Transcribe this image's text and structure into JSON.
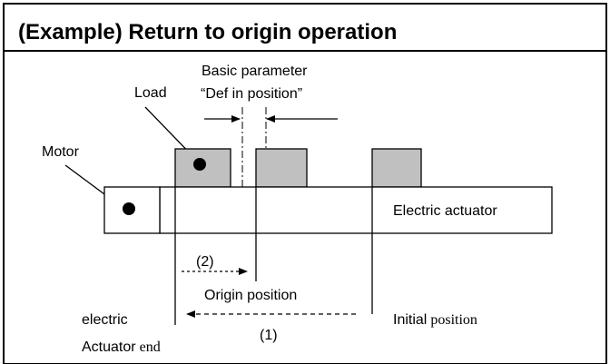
{
  "title": "(Example) Return to origin operation",
  "labels": {
    "basic_parameter_line1": "Basic parameter",
    "basic_parameter_line2": "“Def in position”",
    "load": "Load",
    "motor": "Motor",
    "electric_actuator": "Electric actuator",
    "step2": "(2)",
    "origin_position": "Origin position",
    "electric": "electric",
    "actuator_end_a": "Actuator",
    "actuator_end_b": " end",
    "initial_a": "Initial",
    "initial_b": " position",
    "step1": "(1)"
  },
  "colors": {
    "block_fill": "#c0c0c0",
    "line": "#000000",
    "background": "#ffffff"
  }
}
